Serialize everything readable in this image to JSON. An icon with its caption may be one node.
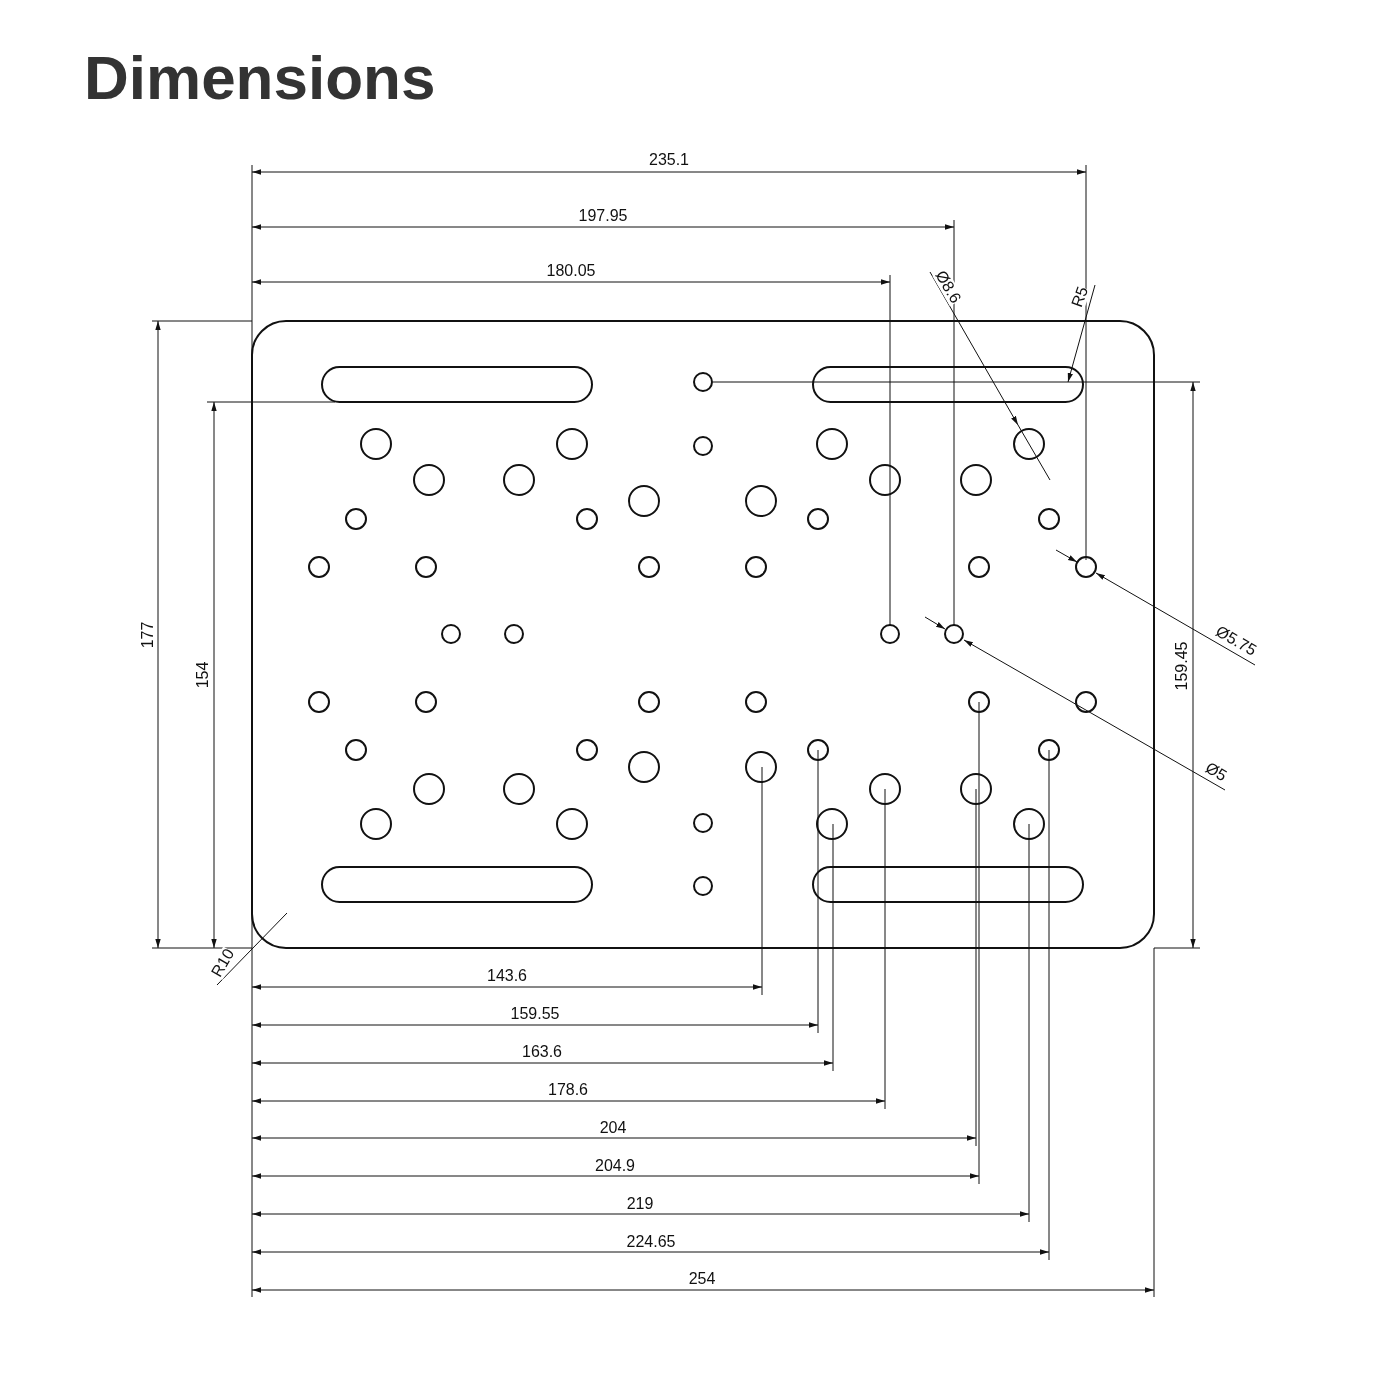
{
  "diagram": {
    "title": "Dimensions",
    "labels": [
      "235.1",
      "197.95",
      "180.05",
      "Ø8.6",
      "R5",
      "177",
      "154",
      "Ø5.75",
      "159.45",
      "Ø5",
      "R10",
      "143.6",
      "159.55",
      "163.6",
      "178.6",
      "204",
      "204.9",
      "219",
      "224.65",
      "254"
    ]
  }
}
